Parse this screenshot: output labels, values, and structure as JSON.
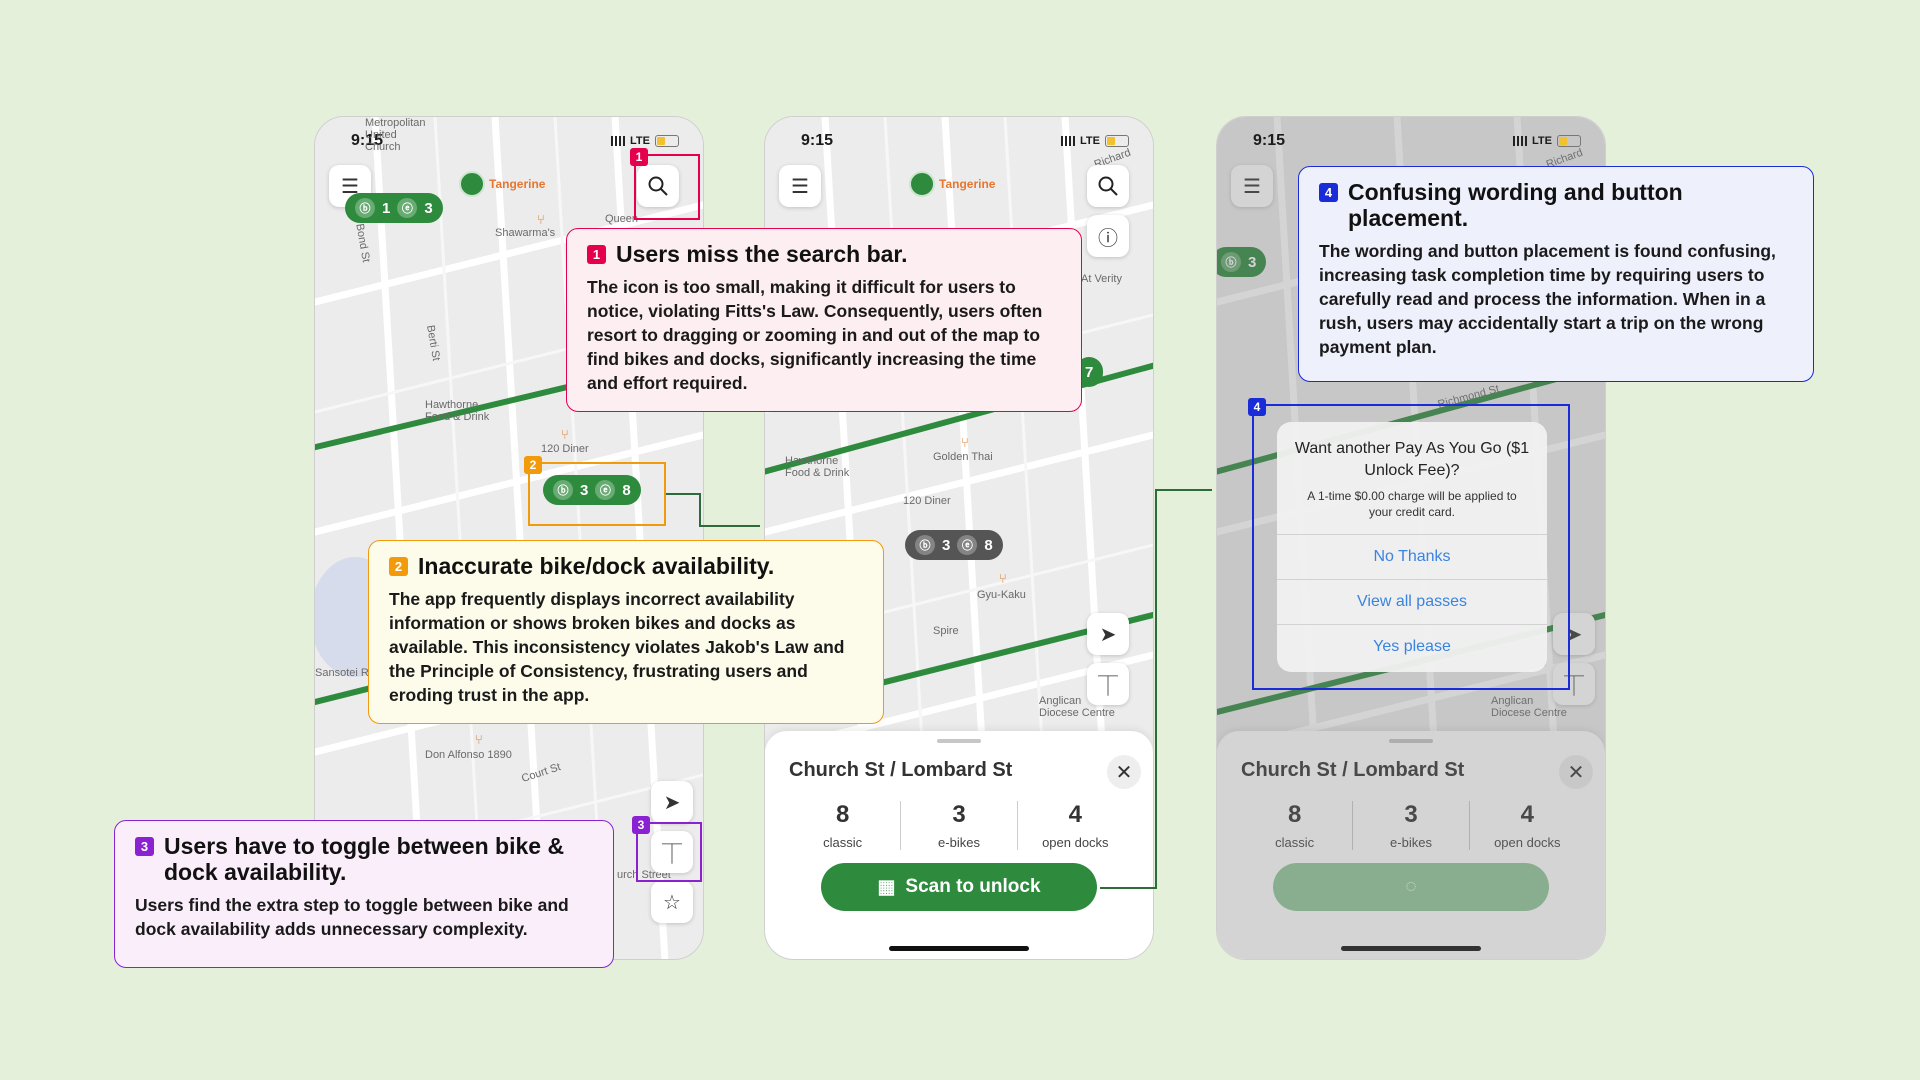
{
  "colors": {
    "accent_green": "#2e8b3e",
    "c1": "#e5004e",
    "c2": "#f19a0c",
    "c3": "#8a22d1",
    "c4": "#1a2bd8"
  },
  "status": {
    "time": "9:15",
    "network": "LTE"
  },
  "brand": "Tangerine",
  "phone1": {
    "labels": {
      "church": "Metropolitan United Church",
      "shawarma": "Shawarma's",
      "diner": "120 Diner",
      "hawthorne": "Hawthorne Food & Drink",
      "donalfonso": "Don Alfonso 1890",
      "courtst": "Court St",
      "queen": "Queen",
      "bond": "Bond St",
      "berti": "Berti St",
      "sansotei": "Sansotei Ra",
      "church_st": "urch Street"
    },
    "pin_top": {
      "a": "1",
      "b": "3"
    },
    "pin_mid": {
      "a": "3",
      "b": "8"
    }
  },
  "phone2": {
    "labels": {
      "verity": "At Verity",
      "golden": "Golden Thai",
      "diner": "120 Diner",
      "hawthorne": "Hawthorne Food & Drink",
      "gyukaku": "Gyu-Kaku",
      "spire": "Spire",
      "anglican": "Anglican Diocese Centre",
      "richard": "Richard Bigl"
    },
    "pin_right": "7",
    "pin_gray": {
      "a": "3",
      "b": "8"
    }
  },
  "phone3": {
    "pin_left": "3",
    "labels": {
      "anglican": "Anglican Diocese Centre",
      "richmond": "Richmond St",
      "richard": "Richard Bigl"
    }
  },
  "sheet": {
    "title": "Church St / Lombard St",
    "stats": [
      {
        "n": "8",
        "l": "classic"
      },
      {
        "n": "3",
        "l": "e-bikes"
      },
      {
        "n": "4",
        "l": "open docks"
      }
    ],
    "scan": "Scan to unlock"
  },
  "dialog": {
    "title": "Want another Pay As You Go ($1 Unlock Fee)?",
    "message": "A 1-time $0.00 charge will be applied to your credit card.",
    "options": [
      "No Thanks",
      "View all passes",
      "Yes please"
    ]
  },
  "callouts": [
    {
      "num": "1",
      "title": "Users miss the search bar.",
      "body": "The icon is too small, making it difficult for users to notice, violating Fitts's Law. Consequently, users often resort to dragging or zooming in and out of the map to find bikes and docks, significantly increasing the time and effort required."
    },
    {
      "num": "2",
      "title": "Inaccurate bike/dock availability.",
      "body": "The app frequently displays incorrect availability information or shows broken bikes and docks as available. This inconsistency violates Jakob's Law and the Principle of Consistency, frustrating users and eroding trust in the app."
    },
    {
      "num": "3",
      "title": "Users have to toggle between bike & dock availability.",
      "body": "Users find the extra step to toggle between bike and dock availability adds unnecessary complexity."
    },
    {
      "num": "4",
      "title": "Confusing wording and button placement.",
      "body": "The wording and button placement is found confusing, increasing task completion time by requiring users to carefully read and process the information. When in a rush, users may accidentally start a trip on the wrong payment plan."
    }
  ],
  "icons": [
    "menu-icon",
    "search-icon",
    "info-icon",
    "locate-icon",
    "dock-icon",
    "star-icon",
    "close-icon",
    "qr-icon",
    "bike-icon"
  ]
}
